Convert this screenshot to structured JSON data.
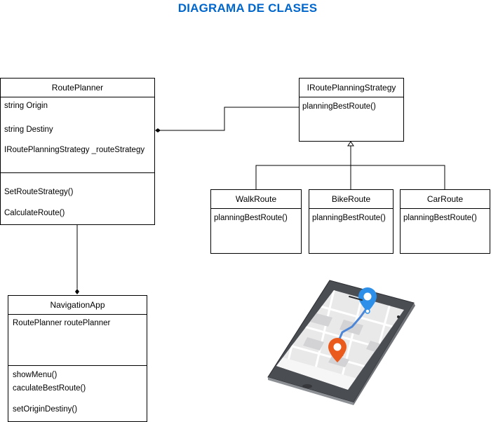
{
  "title": "DIAGRAMA DE CLASES",
  "route_planner": {
    "name": "RoutePlanner",
    "attributes": [
      "string Origin",
      "string Destiny",
      "IRoutePlanningStrategy _routeStrategy"
    ],
    "methods": [
      "SetRouteStrategy()",
      "CalculateRoute()"
    ]
  },
  "strategy_interface": {
    "name": "IRoutePlanningStrategy",
    "methods": [
      "planningBestRoute()"
    ]
  },
  "walk_route": {
    "name": "WalkRoute",
    "methods": [
      "planningBestRoute()"
    ]
  },
  "bike_route": {
    "name": "BikeRoute",
    "methods": [
      "planningBestRoute()"
    ]
  },
  "car_route": {
    "name": "CarRoute",
    "methods": [
      "planningBestRoute()"
    ]
  },
  "navigation_app": {
    "name": "NavigationApp",
    "attributes": [
      "RoutePlanner routePlanner"
    ],
    "methods": [
      "showMenu()",
      "caculateBestRoute()",
      "setOriginDestiny()"
    ]
  },
  "colors": {
    "title": "#0066cc",
    "pin_blue": "#2e8fe8",
    "pin_orange": "#ea5a1c"
  },
  "icons": [
    "phone-map-illustration",
    "map-pin-icon"
  ]
}
